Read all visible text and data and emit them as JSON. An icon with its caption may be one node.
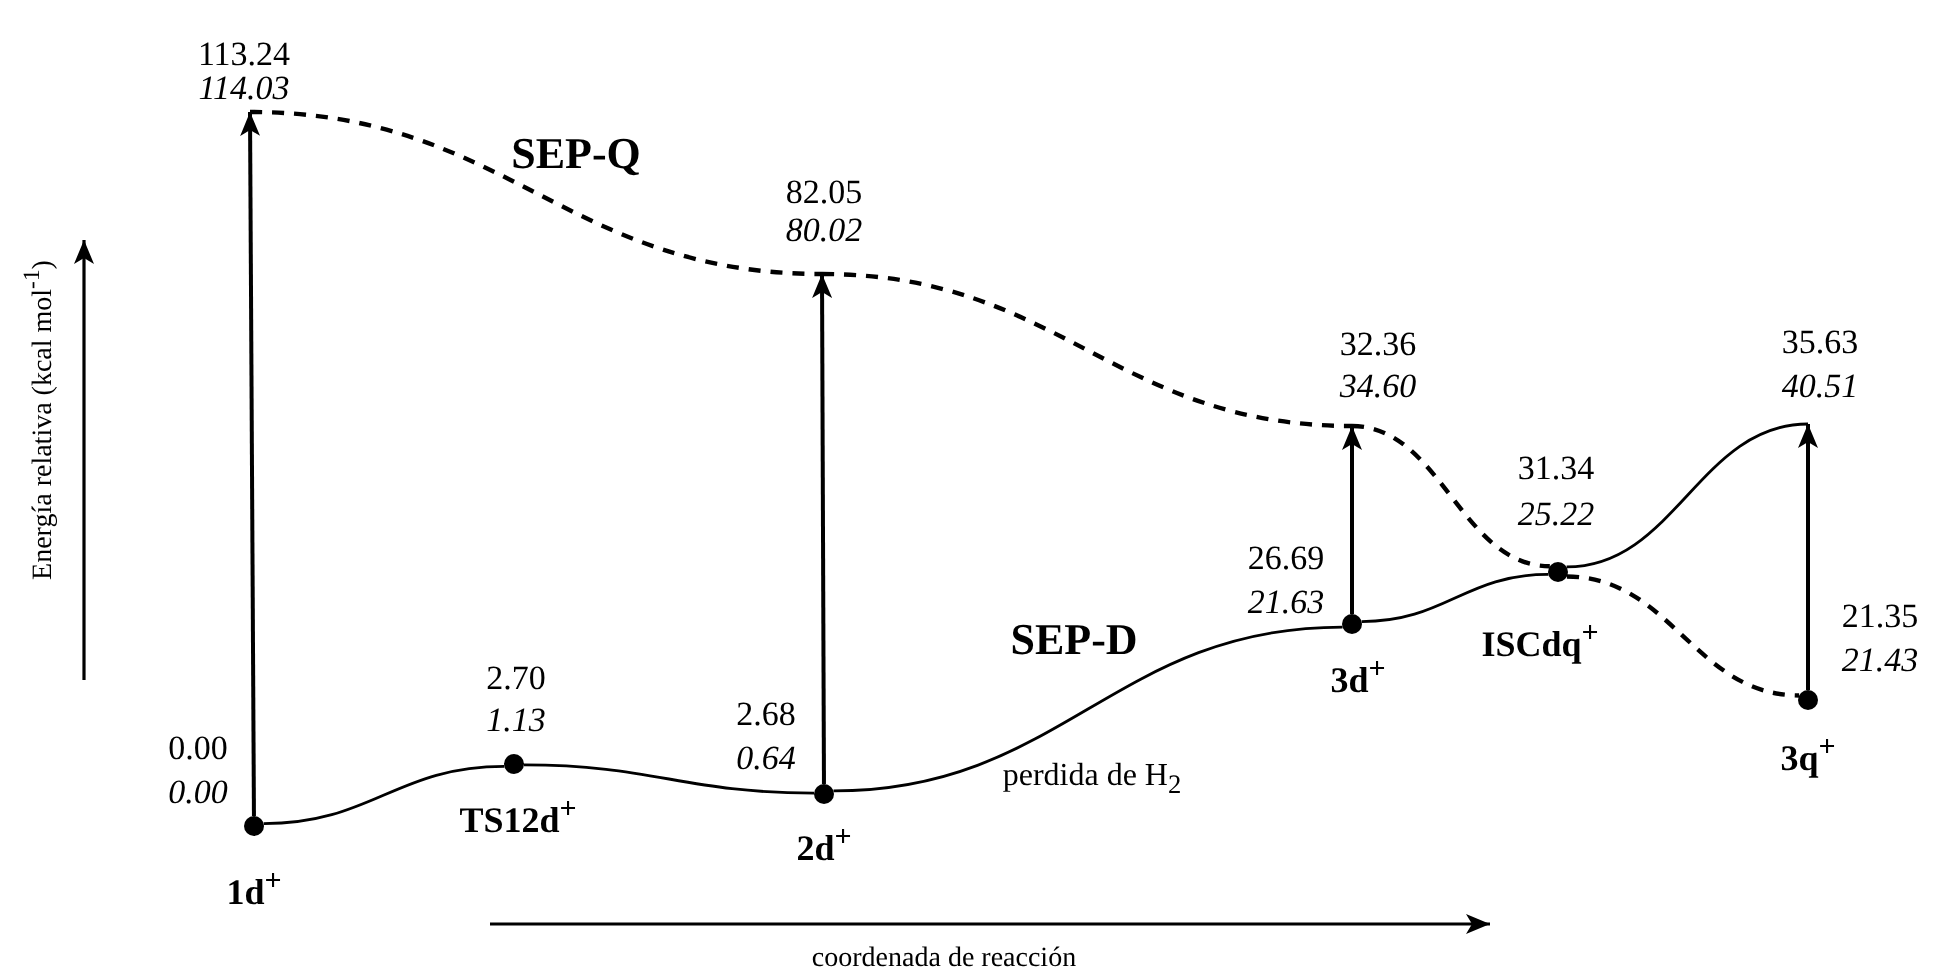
{
  "diagram": {
    "nodes": [
      {
        "text": [
          "0.00",
          "0.00"
        ],
        "beside": [
          "1d$^{+}$"
        ]
      },
      {
        "text": [
          "2.70",
          "1.13"
        ],
        "beside": [
          "TS12d$^{+}$"
        ]
      },
      {
        "text": [
          "2.68",
          "0.64"
        ],
        "beside": [
          "2d$^{+}$"
        ]
      },
      {
        "text": [
          "26.69",
          "21.63"
        ],
        "beside": [
          "3d$^{+}$"
        ]
      },
      {
        "text": [
          "31.34",
          "25.22"
        ],
        "beside": [
          "ISCdq$^{+}$"
        ]
      },
      {
        "text": [
          "21.35",
          "21.43"
        ],
        "beside": [
          "3q$^{+}$"
        ]
      },
      {
        "text": [
          "113.24",
          "114.03"
        ]
      },
      {
        "text": [
          "82.05",
          "80.02"
        ]
      },
      {
        "text": [
          "32.36",
          "34.60"
        ]
      },
      {
        "text": [
          "35.63",
          "40.51"
        ]
      }
    ],
    "edges": [
      {
        "from": 0,
        "to": 6,
        "arrow": "to"
      },
      {
        "from": 2,
        "to": 7,
        "arrow": "to"
      },
      {
        "from": 3,
        "to": 8,
        "arrow": "to"
      },
      {
        "from": 5,
        "to": 9,
        "arrow": "to"
      },
      {
        "from": 0,
        "to": 1,
        "arrow": "none"
      },
      {
        "from": 1,
        "to": 2,
        "arrow": "none"
      },
      {
        "from": 2,
        "to": 3,
        "arrow": "none"
      },
      {
        "from": 3,
        "to": 4,
        "arrow": "none"
      },
      {
        "from": 4,
        "to": 9,
        "arrow": "none"
      },
      {
        "from": 6,
        "to": 7,
        "arrow": "none",
        "style": "dashed"
      },
      {
        "from": 7,
        "to": 8,
        "arrow": "none",
        "style": "dashed"
      },
      {
        "from": 8,
        "to": 4,
        "arrow": "none",
        "style": "dashed"
      },
      {
        "from": 4,
        "to": 5,
        "arrow": "none",
        "style": "dashed"
      }
    ],
    "labels": [
      "SEP-Q",
      "SEP-D",
      "perdida de H$_{2}$",
      "Energía relativa (kcal mol$^{-1}$)",
      "coordenada de reacción"
    ]
  }
}
